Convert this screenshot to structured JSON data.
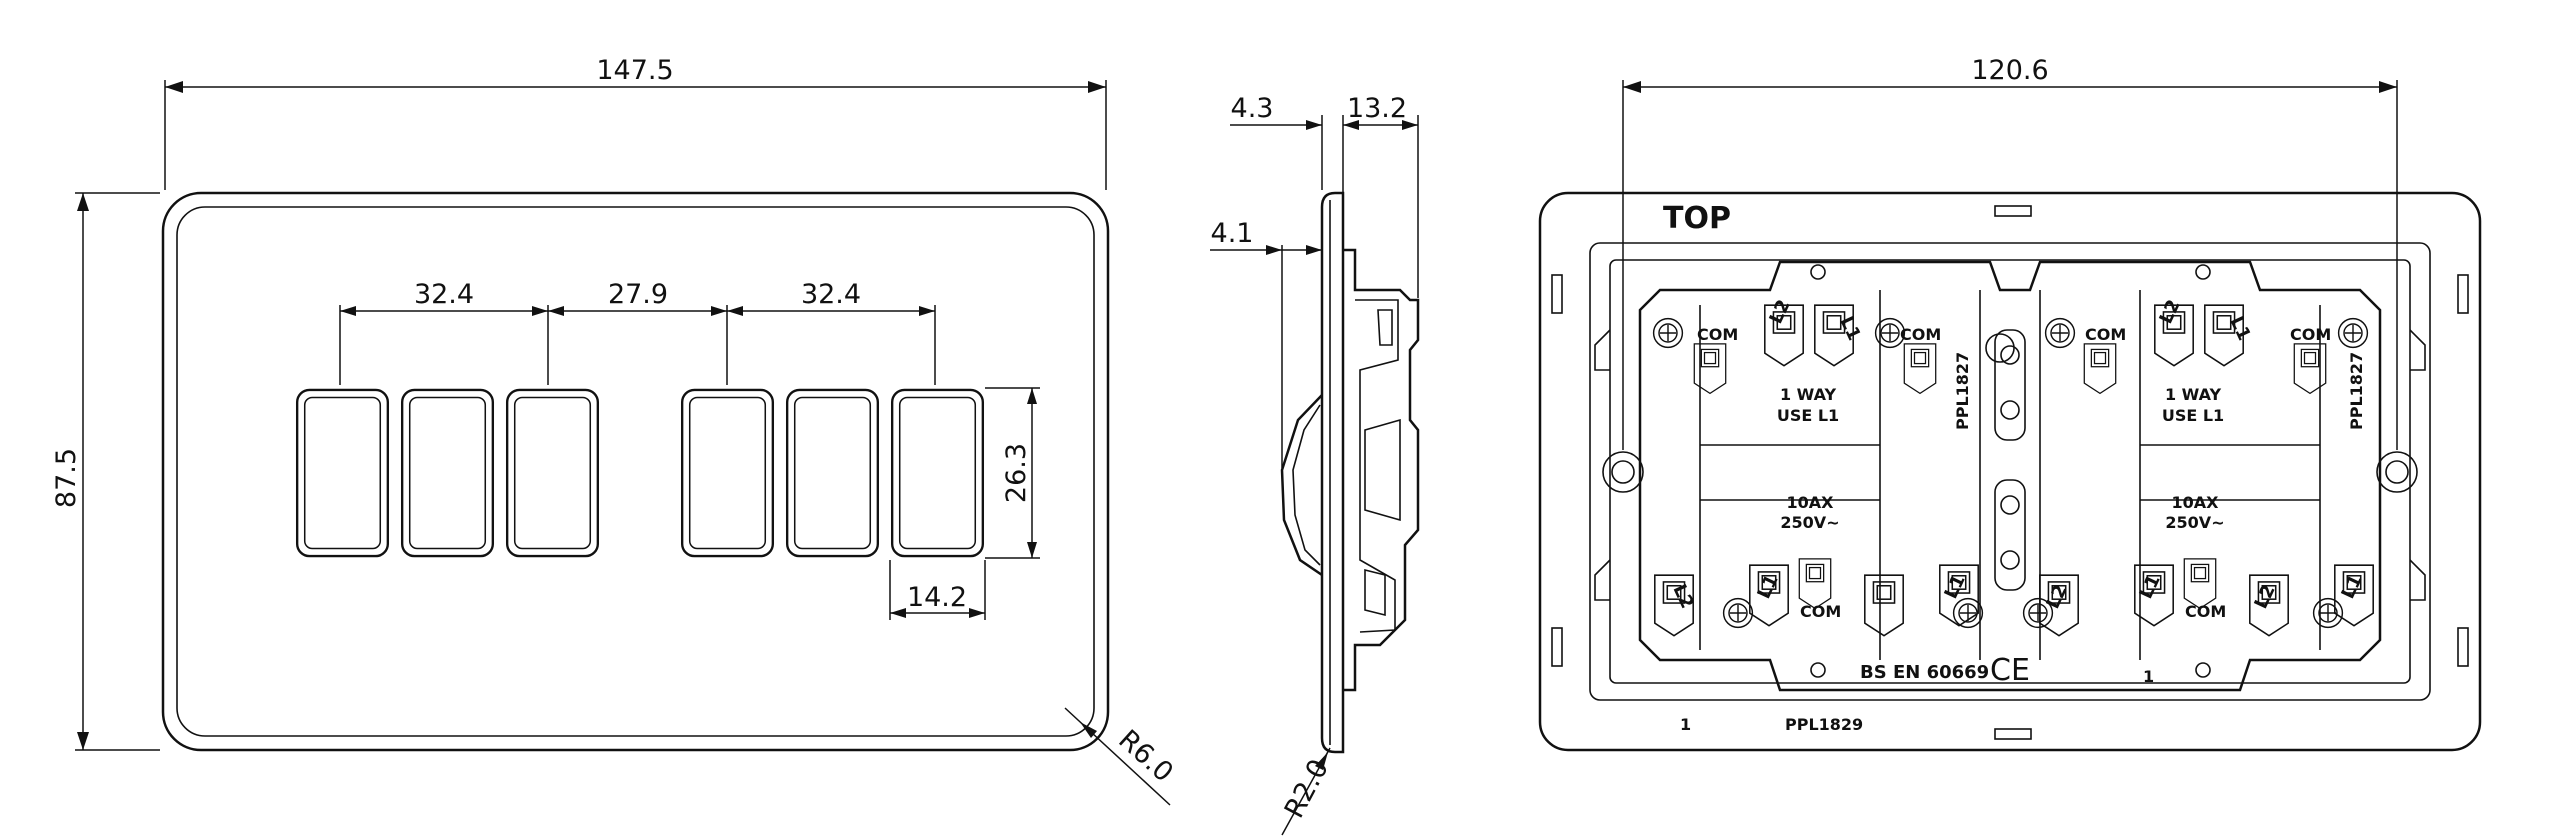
{
  "front_view": {
    "dims": {
      "overall_width": "147.5",
      "overall_height": "87.5",
      "spacing_left": "32.4",
      "spacing_middle": "27.9",
      "spacing_right": "32.4",
      "rocker_height": "26.3",
      "rocker_width": "14.2",
      "corner_radius": "R6.0"
    }
  },
  "side_view": {
    "dims": {
      "plate_thickness": "4.3",
      "module_depth": "13.2",
      "rocker_projection": "4.1",
      "edge_radius": "R2.0"
    }
  },
  "rear_view": {
    "dims": {
      "fixing_centres": "120.6"
    },
    "labels": {
      "top": "TOP",
      "com": "COM",
      "l1": "L1",
      "l2": "L2",
      "one_way": "1 WAY",
      "use_l1": "USE L1",
      "rating_current": "10AX",
      "rating_voltage": "250V~",
      "part_code": "PPL1827",
      "standard": "BS EN 60669",
      "ce_mark": "CE",
      "module_number": "1",
      "plate_code": "PPL1829"
    }
  }
}
